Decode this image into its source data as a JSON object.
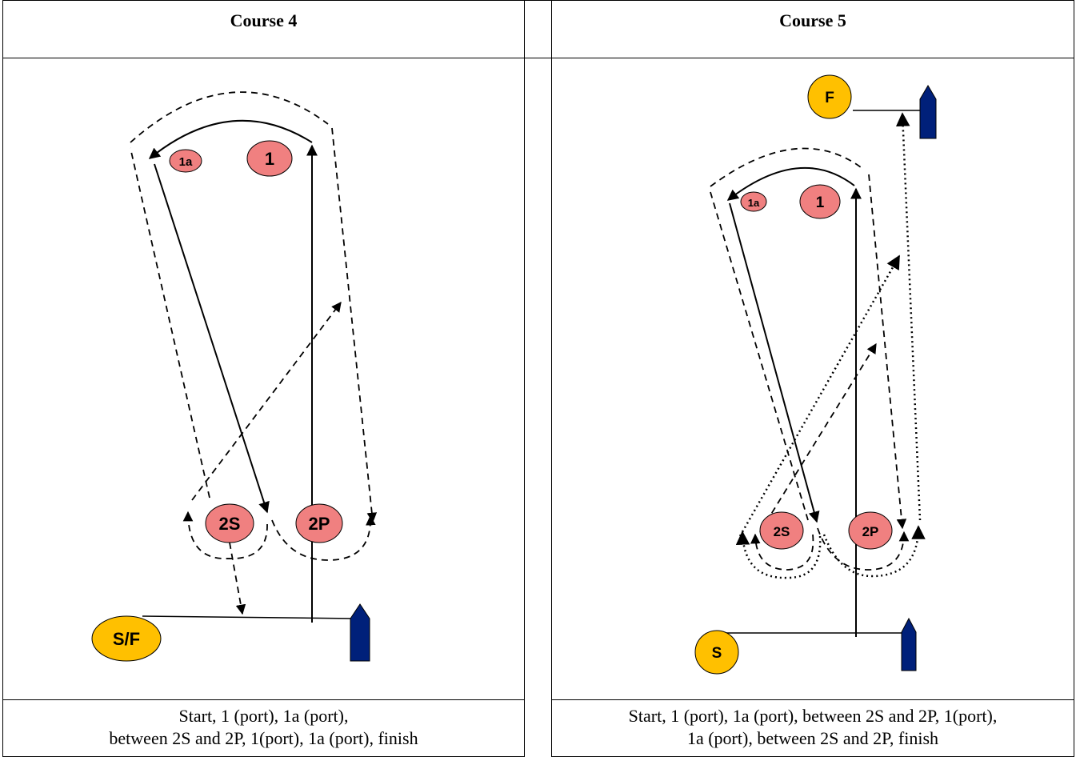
{
  "courses": [
    {
      "title": "Course 4",
      "marks": {
        "one": "1",
        "one_a": "1a",
        "two_s": "2S",
        "two_p": "2P",
        "start_finish": "S/F"
      },
      "description_line1": "Start, 1 (port), 1a (port),",
      "description_line2": "between 2S and 2P, 1(port), 1a (port), finish"
    },
    {
      "title": "Course 5",
      "marks": {
        "one": "1",
        "one_a": "1a",
        "two_s": "2S",
        "two_p": "2P",
        "start": "S",
        "finish": "F"
      },
      "description_line1": "Start, 1 (port), 1a (port), between 2S and 2P, 1(port),",
      "description_line2": "1a (port), between 2S and 2P, finish"
    }
  ],
  "colors": {
    "red_mark": "#f08080",
    "yellow_mark": "#ffc000",
    "committee_boat": "#00207a"
  }
}
